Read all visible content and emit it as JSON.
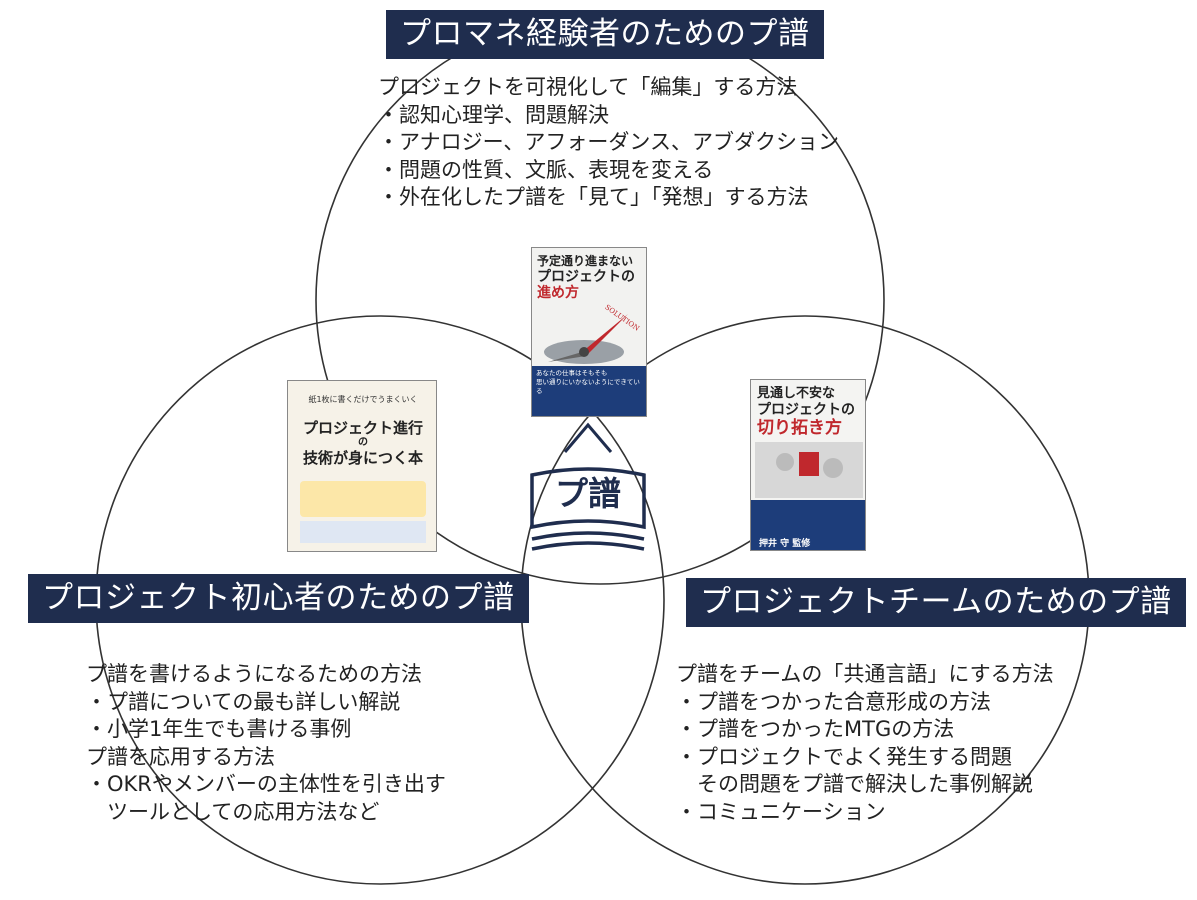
{
  "groups": {
    "top": {
      "title": "プロマネ経験者のためのプ譜",
      "lines": [
        "プロジェクトを可視化して「編集」する方法",
        "・認知心理学、問題解決",
        "・アナロジー、アフォーダンス、アブダクション",
        "・問題の性質、文脈、表現を変える",
        "・外在化したプ譜を「見て」「発想」する方法"
      ]
    },
    "left": {
      "title": "プロジェクト初心者のためのプ譜",
      "lines": [
        "プ譜を書けるようになるための方法",
        "・プ譜についての最も詳しい解説",
        "・小学1年生でも書ける事例",
        "プ譜を応用する方法",
        "・OKRやメンバーの主体性を引き出す",
        "　ツールとしての応用方法など"
      ]
    },
    "right": {
      "title": "プロジェクトチームのためのプ譜",
      "lines": [
        "プ譜をチームの「共通言語」にする方法",
        "・プ譜をつかった合意形成の方法",
        "・プ譜をつかったMTGの方法",
        "・プロジェクトでよく発生する問題",
        "　その問題をプ譜で解決した事例解説",
        "・コミュニケーション"
      ]
    }
  },
  "center_logo": {
    "text": "プ譜"
  },
  "books": {
    "top": {
      "title_lines": [
        "予定通り進まない",
        "プロジェクトの",
        "進め方"
      ],
      "tag": "SOLUTION",
      "band_lines": [
        "あなたの仕事はそもそも",
        "思い通りにいかないようにできている"
      ]
    },
    "left": {
      "top_line": "紙1枚に書くだけでうまくいく",
      "title_lines": [
        "プロジェクト進行",
        "の",
        "技術が身につく本"
      ]
    },
    "right": {
      "title_lines": [
        "見通し不安な",
        "プロジェクトの",
        "切り拓き方"
      ],
      "author": "押井 守 監修"
    }
  },
  "colors": {
    "label_bg": "#1f2d4e",
    "circle": "#333333",
    "book_red": "#c0282d",
    "book_blue": "#1d3d7a"
  }
}
